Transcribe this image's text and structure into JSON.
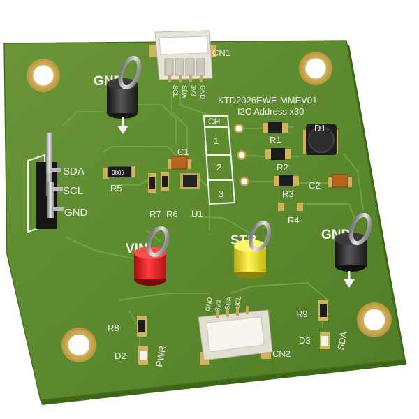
{
  "board": {
    "title": "KTD2026EWE-MMEV01",
    "subtitle": "I2C Address x30"
  },
  "connectors": {
    "cn1": {
      "ref": "CN1",
      "pins": [
        "SCL",
        "SDA",
        "3V3",
        "GND"
      ]
    },
    "cn2": {
      "ref": "CN2",
      "pins": [
        "GND",
        "3V3",
        "SDA",
        "SCL"
      ]
    },
    "header": {
      "pins": [
        "SDA",
        "SCL",
        "GND"
      ]
    }
  },
  "test_points": {
    "gnd_top": "GND",
    "vin": "VIN",
    "stb": "STB",
    "gnd_right": "GND"
  },
  "channel_table": {
    "header": "CH",
    "rows": [
      "1",
      "2",
      "3"
    ]
  },
  "components": {
    "r1": "R1",
    "r2": "R2",
    "r3": "R3",
    "r4": "R4",
    "r5": "R5",
    "r6": "R6",
    "r7": "R7",
    "r8": "R8",
    "r9": "R9",
    "c1": "C1",
    "c2": "C2",
    "u1": "U1",
    "d1": "D1",
    "d2": "D2",
    "d3": "D3",
    "r5_code": "0805"
  },
  "indicators": {
    "pwr": "PWR",
    "sda": "SDA"
  },
  "colors": {
    "pcb": "#5d8a2e",
    "pcb_edge": "#3d6619",
    "copper": "#d4b25a",
    "silkscreen": "#f4f4f4",
    "test_point_red": "#e01f1f",
    "test_point_yellow": "#f5e81c",
    "test_point_black": "#2c2c2c"
  }
}
